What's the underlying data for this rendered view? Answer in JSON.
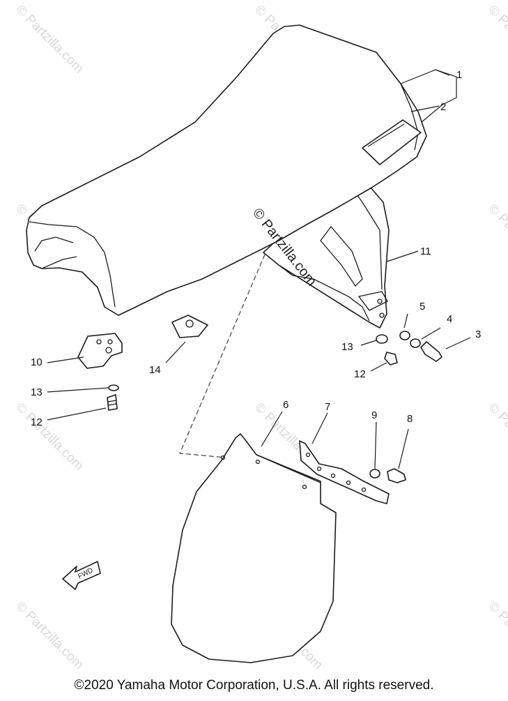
{
  "diagram": {
    "watermark": "© Partzilla.com",
    "fwd_label": "FWD",
    "copyright": "©2020 Yamaha Motor Corporation, U.S.A. All rights reserved.",
    "callouts": [
      "1",
      "2",
      "3",
      "4",
      "5",
      "6",
      "7",
      "8",
      "9",
      "10",
      "11",
      "12",
      "12",
      "13",
      "13",
      "14"
    ]
  }
}
